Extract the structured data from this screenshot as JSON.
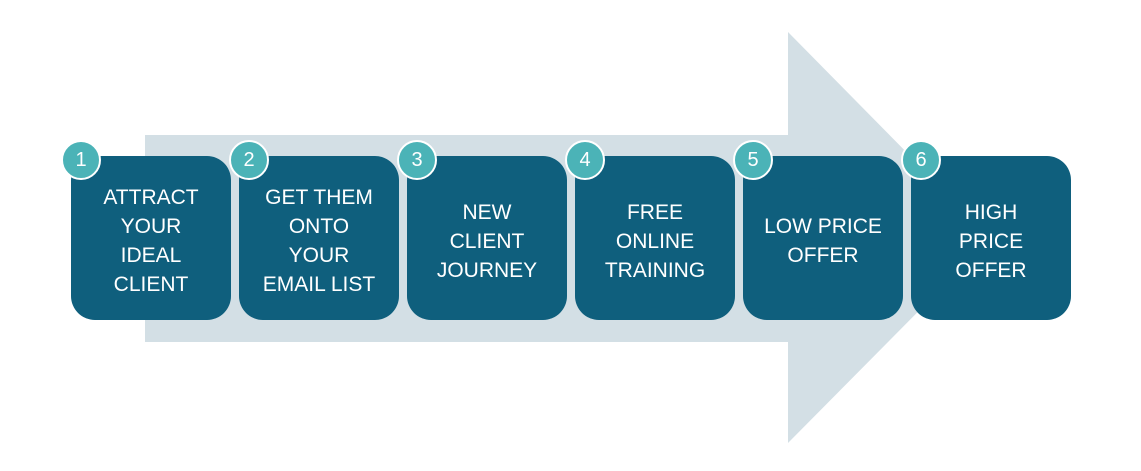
{
  "colors": {
    "arrow": "#d3dfe5",
    "box": "#0f5f7d",
    "badge": "#4bb3b7",
    "text": "#ffffff"
  },
  "steps": [
    {
      "number": "1",
      "label": "ATTRACT\nYOUR\nIDEAL\nCLIENT"
    },
    {
      "number": "2",
      "label": "GET THEM\nONTO\nYOUR\nEMAIL LIST"
    },
    {
      "number": "3",
      "label": "NEW\nCLIENT\nJOURNEY"
    },
    {
      "number": "4",
      "label": "FREE\nONLINE\nTRAINING"
    },
    {
      "number": "5",
      "label": "LOW PRICE\nOFFER"
    },
    {
      "number": "6",
      "label": "HIGH\nPRICE\nOFFER"
    }
  ]
}
